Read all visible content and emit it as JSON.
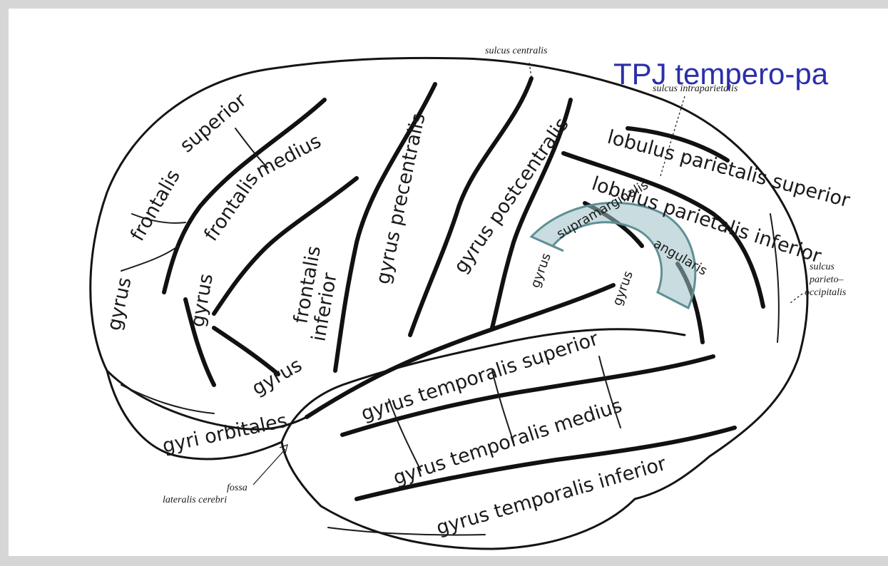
{
  "slide": {
    "title": "TPJ   tempero-pa"
  },
  "annotations": {
    "sulcus_centralis": "sulcus centralis",
    "sulcus_intraparietalis": "sulcus intraparietalis",
    "sulcus_parieto_occipitalis_line1": "sulcus",
    "sulcus_parieto_occipitalis_line2": "parieto–",
    "sulcus_parieto_occipitalis_line3": "occipitalis",
    "fossa_line1": "fossa",
    "fossa_line2": "lateralis cerebri"
  },
  "gyri": {
    "frontalis_superior_1": "gyrus",
    "frontalis_superior_2": "frontalis",
    "frontalis_superior_3": "superior",
    "frontalis_medius_1": "gyrus",
    "frontalis_medius_2": "frontalis",
    "frontalis_medius_3": "medius",
    "frontalis_inferior_1": "gyrus",
    "frontalis_inferior_2": "frontalis",
    "frontalis_inferior_3": "inferior",
    "precentralis": "gyrus precentralis",
    "postcentralis": "gyrus postcentralis",
    "lobulus_parietalis_superior": "lobulus parietalis superior",
    "lobulus_parietalis_inferior": "lobulus parietalis inferior",
    "supramarginalis_1": "gyrus",
    "supramarginalis_2": "supramarginalis",
    "angularis_1": "gyrus",
    "angularis_2": "angularis",
    "temporalis_superior": "gyrus temporalis superior",
    "temporalis_medius": "gyrus temporalis medius",
    "temporalis_inferior": "gyrus temporalis inferior",
    "orbitales": "gyri orbitales"
  },
  "highlight": {
    "region": "TPJ",
    "color": "#9dbfc4"
  }
}
